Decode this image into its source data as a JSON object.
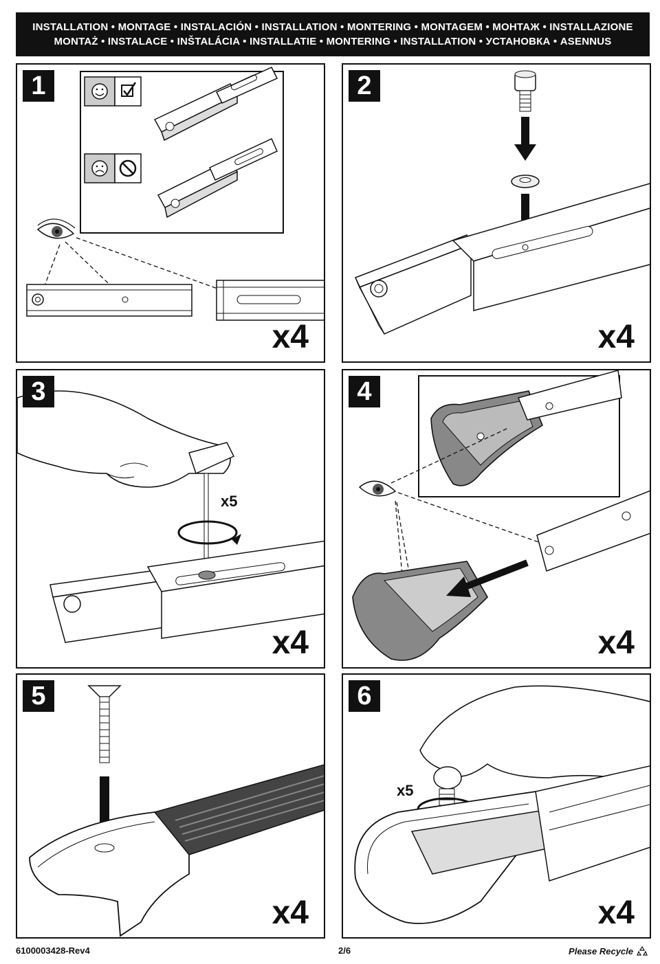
{
  "header": {
    "line1": "INSTALLATION • MONTAGE • INSTALACIÓN • INSTALLATION • MONTERING • MONTAGEM • МОНТАЖ • INSTALLAZIONE",
    "line2": "MONTAŻ • INSTALACE • INŠTALÁCIA • INSTALLATIE • MONTERING • INSTALLATION • УСТАНОВКА • ASENNUS"
  },
  "steps": [
    {
      "number": "1",
      "multiplier": "x4"
    },
    {
      "number": "2",
      "multiplier": "x4"
    },
    {
      "number": "3",
      "multiplier": "x4",
      "turns": "x5"
    },
    {
      "number": "4",
      "multiplier": "x4"
    },
    {
      "number": "5",
      "multiplier": "x4"
    },
    {
      "number": "6",
      "multiplier": "x4",
      "turns": "x5"
    }
  ],
  "icons": [
    "smiley-icon",
    "checkbox-checked-icon",
    "sad-face-icon",
    "prohibited-icon",
    "eye-icon",
    "recycle-icon"
  ],
  "footer": {
    "part_number": "6100003428-Rev4",
    "page": "2/6",
    "recycle": "Please Recycle"
  }
}
